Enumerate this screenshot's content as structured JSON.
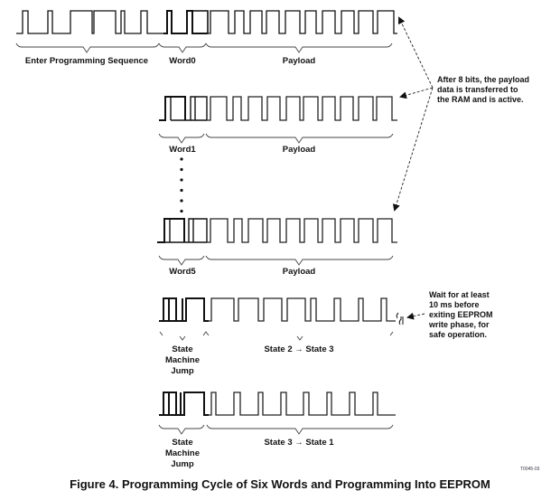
{
  "figure": {
    "caption": "Figure 4. Programming Cycle of Six Words and Programming Into EEPROM",
    "figure_id": "T0045-03"
  },
  "rows": [
    {
      "id": "row0",
      "segments": [
        {
          "label": "Enter Programming Sequence"
        },
        {
          "label": "Word0"
        },
        {
          "label": "Payload"
        }
      ]
    },
    {
      "id": "row1",
      "segments": [
        {
          "label": "Word1"
        },
        {
          "label": "Payload"
        }
      ]
    },
    {
      "id": "row5",
      "segments": [
        {
          "label": "Word5"
        },
        {
          "label": "Payload"
        }
      ]
    },
    {
      "id": "row-state23",
      "segments": [
        {
          "label_lines": [
            "State",
            "Machine",
            "Jump"
          ]
        },
        {
          "label": "State 2 → State 3"
        }
      ]
    },
    {
      "id": "row-state31",
      "segments": [
        {
          "label_lines": [
            "State",
            "Machine",
            "Jump"
          ]
        },
        {
          "label": "State 3 → State 1"
        }
      ]
    }
  ],
  "annotations": {
    "payload_note_lines": [
      "After 8 bits, the payload",
      "data is transferred to",
      "the RAM and is active."
    ],
    "eeprom_note_lines": [
      "Wait for at least",
      "10 ms before",
      "exiting EEPROM",
      "write phase, for",
      "safe operation."
    ]
  },
  "ellipsis_dots": 6,
  "colors": {
    "line": "#111111",
    "gray_line": "#777777",
    "background": "#ffffff"
  }
}
